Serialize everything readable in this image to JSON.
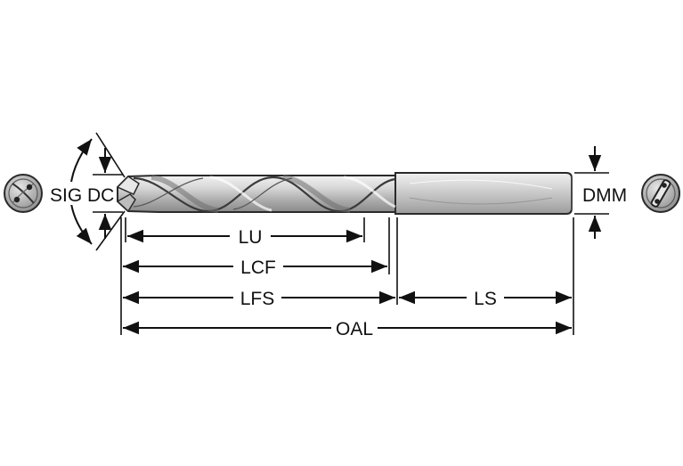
{
  "diagram": {
    "labels": {
      "sig": "SIG",
      "dc": "DC",
      "dmm": "DMM",
      "lu": "LU",
      "lcf": "LCF",
      "lfs": "LFS",
      "ls": "LS",
      "oal": "OAL"
    },
    "colors": {
      "line": "#111111",
      "metal_light": "#e6e6e6",
      "metal_mid": "#b9b9b9",
      "metal_dark": "#7a7a7a",
      "outline": "#2a2a2a"
    },
    "icons": {
      "tip_view": "drill-tip-end-view-icon",
      "shank_view": "drill-shank-end-view-icon"
    }
  }
}
